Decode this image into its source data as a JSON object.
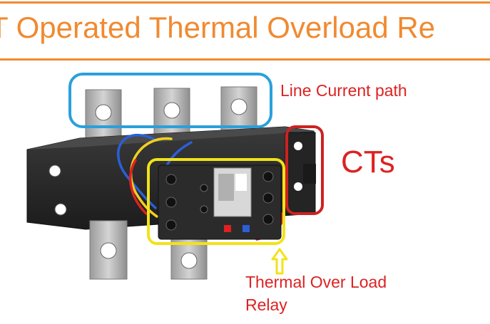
{
  "header": {
    "title": "T Operated Thermal Overload Re",
    "accent_color": "#f08a30"
  },
  "labels": {
    "line_current_path": "Line Current path",
    "cts": "CTs",
    "thermal_overload_relay": "Thermal Over Load Relay"
  },
  "colors": {
    "annotation_text": "#dd2222",
    "line_path_box": "#2aa0dc",
    "ct_box": "#cc2222",
    "relay_box": "#f2e21a",
    "relay_arrow": "#f2e21a",
    "device_body": "#2a2a2a",
    "busbar": "#b9b9b9",
    "wire_blue": "#2a5fd8",
    "wire_yellow": "#f0d020",
    "wire_red": "#e02020"
  }
}
